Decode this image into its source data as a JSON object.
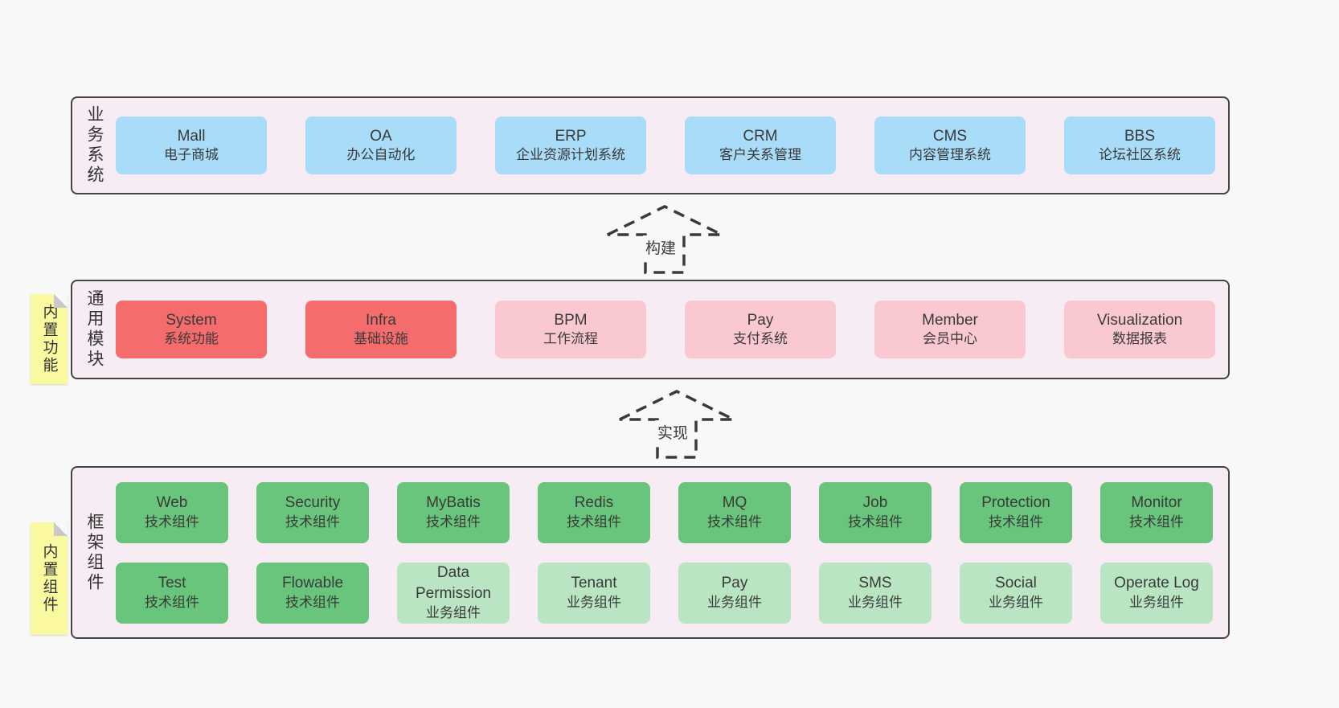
{
  "arrows": [
    {
      "label": "构建"
    },
    {
      "label": "实现"
    }
  ],
  "layers": [
    {
      "side_label": "业务系统",
      "boxes": [
        {
          "title": "Mall",
          "subtitle": "电子商城"
        },
        {
          "title": "OA",
          "subtitle": "办公自动化"
        },
        {
          "title": "ERP",
          "subtitle": "企业资源计划系统"
        },
        {
          "title": "CRM",
          "subtitle": "客户关系管理"
        },
        {
          "title": "CMS",
          "subtitle": "内容管理系统"
        },
        {
          "title": "BBS",
          "subtitle": "论坛社区系统"
        }
      ]
    },
    {
      "side_label": "通用模块",
      "sticky_note": "内置功能",
      "boxes": [
        {
          "title": "System",
          "subtitle": "系统功能"
        },
        {
          "title": "Infra",
          "subtitle": "基础设施"
        },
        {
          "title": "BPM",
          "subtitle": "工作流程"
        },
        {
          "title": "Pay",
          "subtitle": "支付系统"
        },
        {
          "title": "Member",
          "subtitle": "会员中心"
        },
        {
          "title": "Visualization",
          "subtitle": "数据报表"
        }
      ]
    },
    {
      "side_label": "框架组件",
      "sticky_note": "内置组件",
      "rows": [
        [
          {
            "title": "Web",
            "subtitle": "技术组件"
          },
          {
            "title": "Security",
            "subtitle": "技术组件"
          },
          {
            "title": "MyBatis",
            "subtitle": "技术组件"
          },
          {
            "title": "Redis",
            "subtitle": "技术组件"
          },
          {
            "title": "MQ",
            "subtitle": "技术组件"
          },
          {
            "title": "Job",
            "subtitle": "技术组件"
          },
          {
            "title": "Protection",
            "subtitle": "技术组件"
          },
          {
            "title": "Monitor",
            "subtitle": "技术组件"
          }
        ],
        [
          {
            "title": "Test",
            "subtitle": "技术组件"
          },
          {
            "title": "Flowable",
            "subtitle": "技术组件"
          },
          {
            "title": "Data Permission",
            "subtitle": "业务组件"
          },
          {
            "title": "Tenant",
            "subtitle": "业务组件"
          },
          {
            "title": "Pay",
            "subtitle": "业务组件"
          },
          {
            "title": "SMS",
            "subtitle": "业务组件"
          },
          {
            "title": "Social",
            "subtitle": "业务组件"
          },
          {
            "title": "Operate Log",
            "subtitle": "业务组件"
          }
        ]
      ]
    }
  ],
  "colors": {
    "blue": "#a8dcf8",
    "red": "#f56c6c",
    "pink": "#fac8d1",
    "green_dark": "#68c57b",
    "green_light": "#bae5c3",
    "sticky_yellow": "#fbf9a0",
    "container_bg": "#f8ecf4",
    "page_bg": "#f8f8f8"
  }
}
